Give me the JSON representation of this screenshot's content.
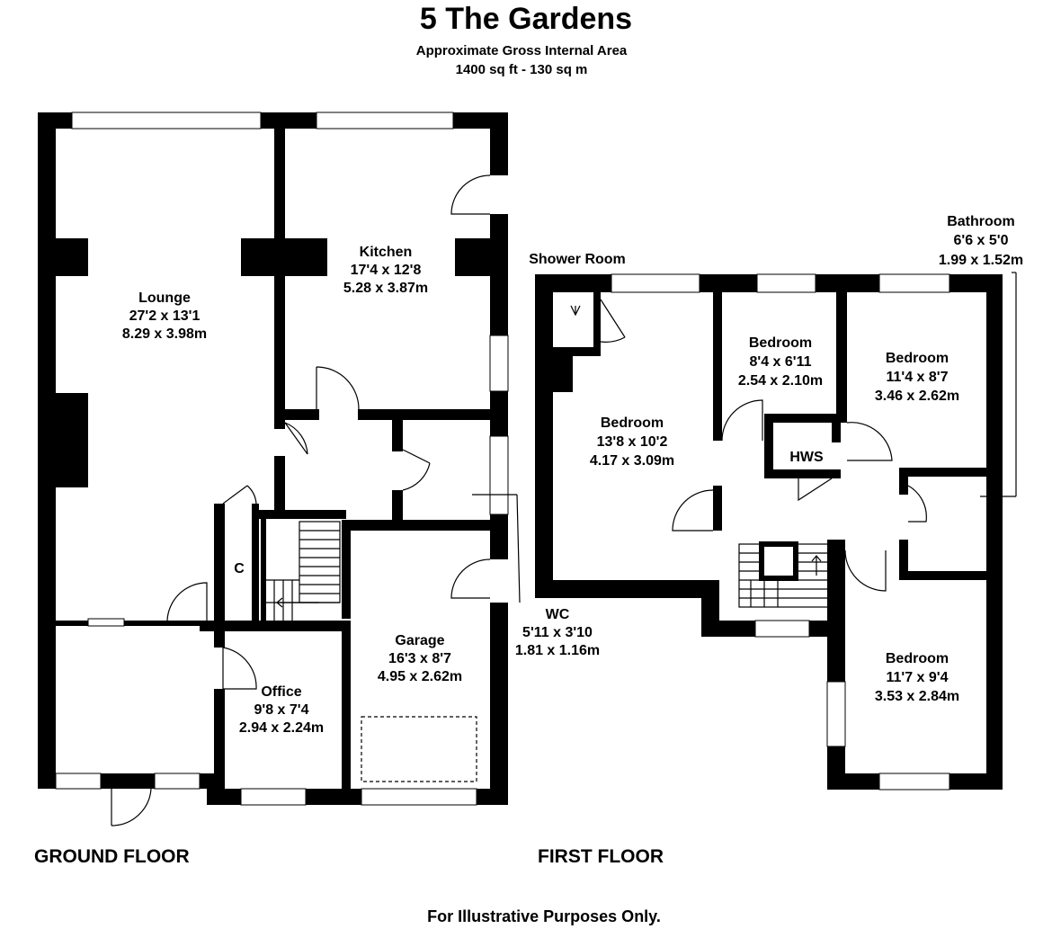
{
  "header": {
    "title": "5 The Gardens",
    "area_label": "Approximate Gross Internal Area",
    "area_value": "1400 sq ft - 130 sq m"
  },
  "floors": {
    "ground": "GROUND FLOOR",
    "first": "FIRST FLOOR"
  },
  "rooms": {
    "lounge": {
      "name": "Lounge",
      "imperial": "27'2 x 13'1",
      "metric": "8.29 x 3.98m"
    },
    "kitchen": {
      "name": "Kitchen",
      "imperial": "17'4 x 12'8",
      "metric": "5.28 x 3.87m"
    },
    "cupboard": {
      "name": "C"
    },
    "office": {
      "name": "Office",
      "imperial": "9'8 x 7'4",
      "metric": "2.94 x 2.24m"
    },
    "garage": {
      "name": "Garage",
      "imperial": "16'3 x 8'7",
      "metric": "4.95 x 2.62m"
    },
    "wc": {
      "name": "WC",
      "imperial": "5'11 x 3'10",
      "metric": "1.81 x 1.16m"
    },
    "shower": {
      "name": "Shower Room"
    },
    "bathroom": {
      "name": "Bathroom",
      "imperial": "6'6 x 5'0",
      "metric": "1.99 x 1.52m"
    },
    "bedroom1": {
      "name": "Bedroom",
      "imperial": "13'8 x 10'2",
      "metric": "4.17 x 3.09m"
    },
    "bedroom2": {
      "name": "Bedroom",
      "imperial": "8'4 x 6'11",
      "metric": "2.54 x 2.10m"
    },
    "bedroom3": {
      "name": "Bedroom",
      "imperial": "11'4 x 8'7",
      "metric": "3.46 x 2.62m"
    },
    "bedroom4": {
      "name": "Bedroom",
      "imperial": "11'7 x 9'4",
      "metric": "3.53 x 2.84m"
    },
    "hws": {
      "name": "HWS"
    }
  },
  "footer": "For Illustrative Purposes Only."
}
